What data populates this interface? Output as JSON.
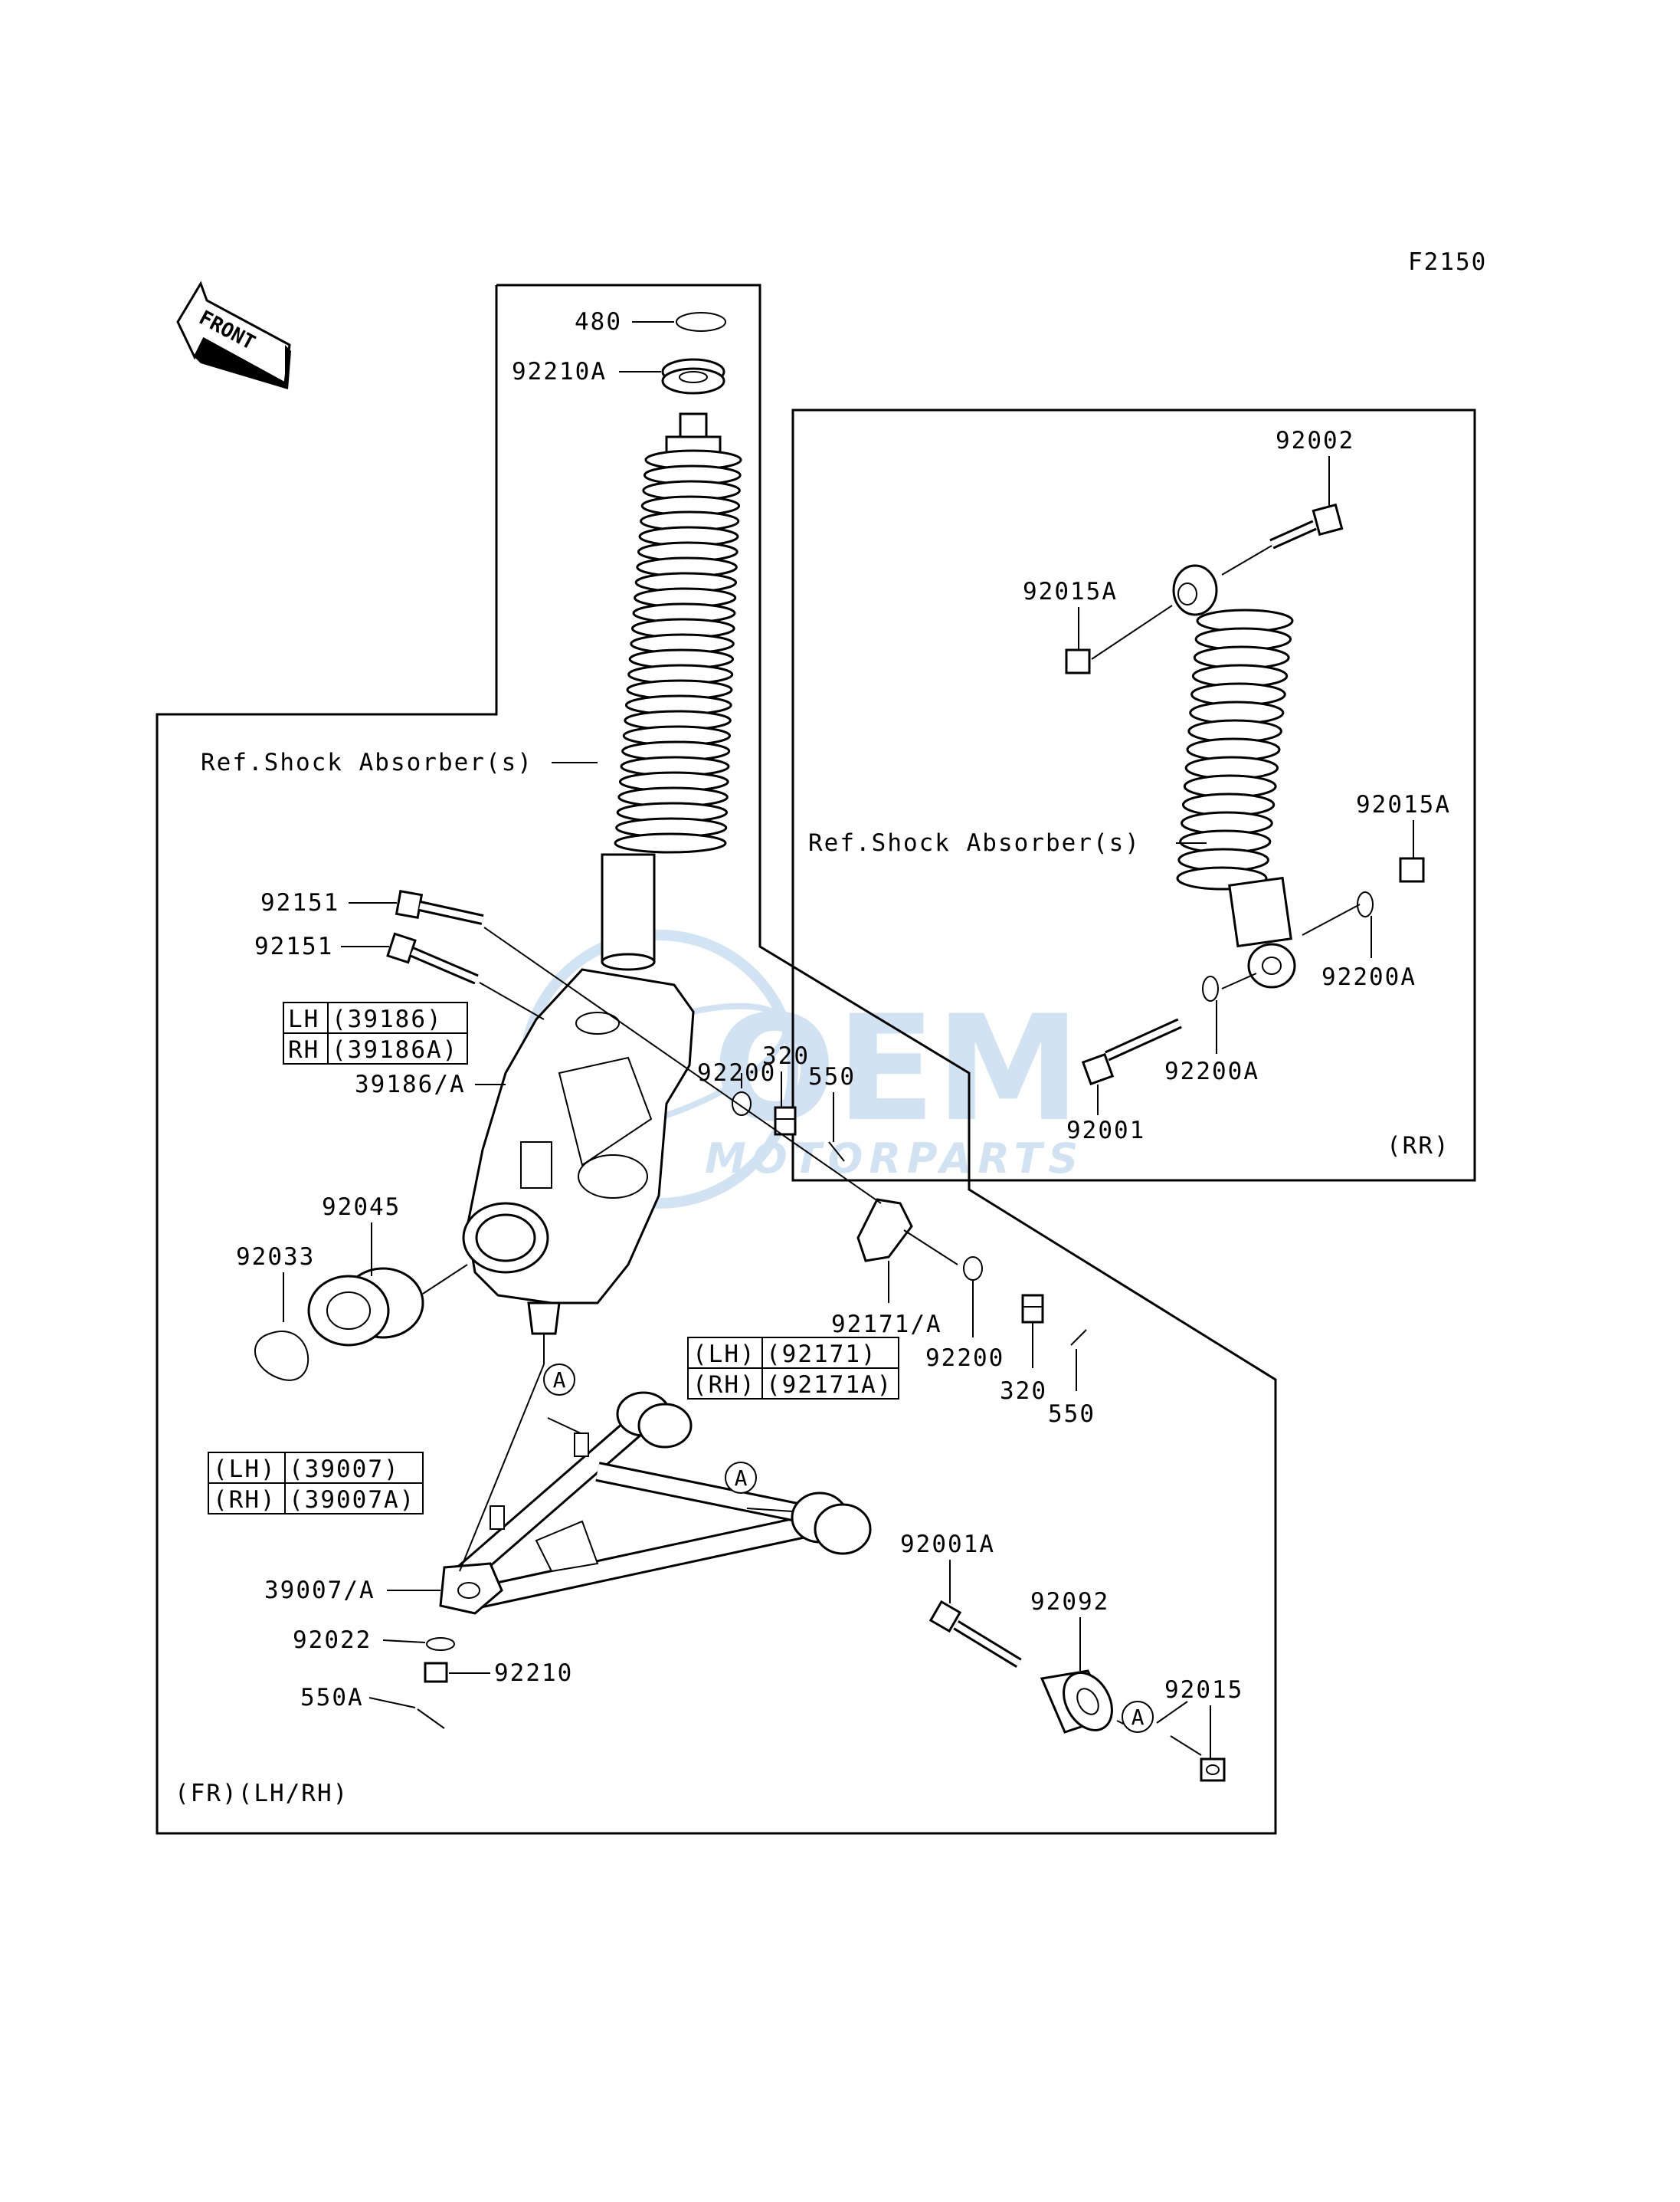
{
  "figure_code": "F2150",
  "front_arrow": {
    "label": "FRONT",
    "icon": "front-direction-arrow-icon"
  },
  "watermark": {
    "brand": "OEM",
    "sub": "MOTORPARTS",
    "color": "#c9dff1"
  },
  "front_section": {
    "caption": "(FR)(LH/RH)",
    "ref_label": "Ref.Shock Absorber(s)",
    "labels": {
      "p480": "480",
      "p92210A": "92210A",
      "p92151_a": "92151",
      "p92151_b": "92151",
      "p39186": "39186/A",
      "p92200": "92200",
      "p320_a": "320",
      "p550_a": "550",
      "p92045": "92045",
      "p92033": "92033",
      "p92171": "92171/A",
      "p92200_b": "92200",
      "p320_b": "320",
      "p550_b": "550",
      "p39007": "39007/A",
      "p92022": "92022",
      "p92210": "92210",
      "p550A": "550A",
      "p92001A": "92001A",
      "p92092": "92092",
      "p92015": "92015"
    },
    "tables": {
      "knuckle": [
        [
          "LH",
          "(39186)"
        ],
        [
          "RH",
          "(39186A)"
        ]
      ],
      "bracket": [
        [
          "(LH)",
          "(92171)"
        ],
        [
          "(RH)",
          "(92171A)"
        ]
      ],
      "arm": [
        [
          "(LH)",
          "(39007)"
        ],
        [
          "(RH)",
          "(39007A)"
        ]
      ]
    },
    "circle_marker": "A"
  },
  "rear_section": {
    "caption": "(RR)",
    "ref_label": "Ref.Shock Absorber(s)",
    "labels": {
      "p92002": "92002",
      "p92015A_a": "92015A",
      "p92015A_b": "92015A",
      "p92200A_a": "92200A",
      "p92200A_b": "92200A",
      "p92001": "92001"
    }
  }
}
